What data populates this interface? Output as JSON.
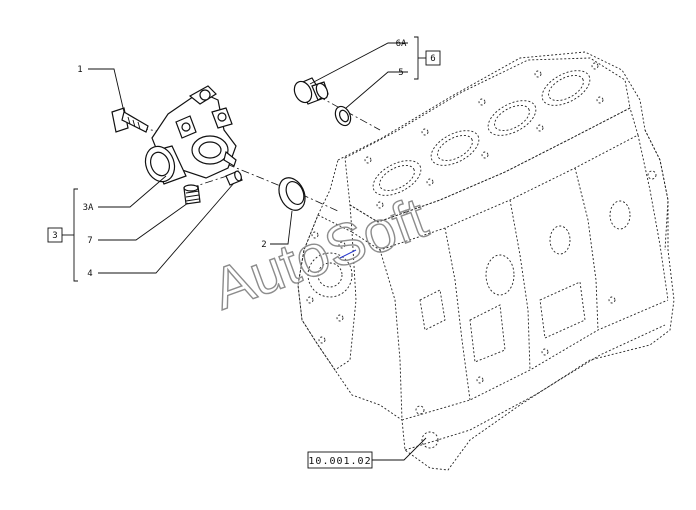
{
  "callouts": {
    "part_1": "1",
    "part_6a": "6A",
    "part_5": "5",
    "group_6": "6",
    "part_3a": "3A",
    "part_7": "7",
    "part_4": "4",
    "group_3": "3",
    "part_2": "2"
  },
  "reference": "10.001.02",
  "watermark": "AutoSoft"
}
